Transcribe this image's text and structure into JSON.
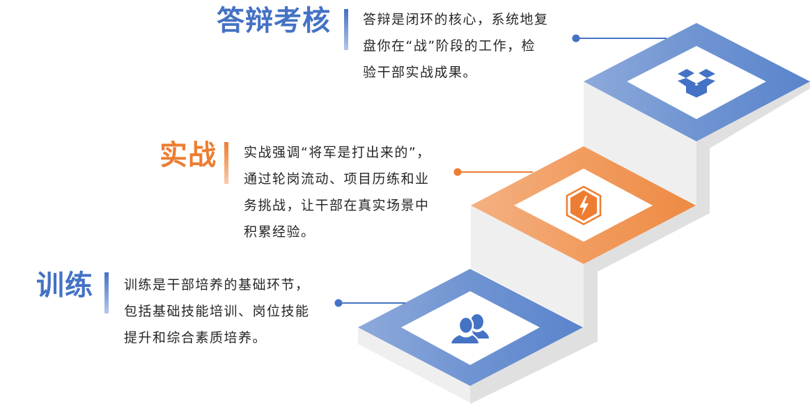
{
  "colors": {
    "blue": "#4472c4",
    "blue_light": "#8ea9db",
    "orange": "#ed7d31",
    "orange_light": "#f4b183",
    "face_light": "#efefef",
    "face_dark": "#e0e0e0",
    "text": "#262626"
  },
  "stages": [
    {
      "id": "training",
      "title": "训练",
      "accent": "blue",
      "icon": "users-icon",
      "lines": [
        "训练是干部培养的基础环节，",
        "包括基础技能培训、岗位技能",
        "提升和综合素质培养。"
      ]
    },
    {
      "id": "practice",
      "title": "实战",
      "accent": "orange",
      "icon": "lightning-hexagon-icon",
      "lines": [
        "实战强调“将军是打出来的”，",
        "通过轮岗流动、项目历练和业",
        "务挑战，让干部在真实场景中",
        "积累经验。"
      ]
    },
    {
      "id": "defense",
      "title": "答辩考核",
      "accent": "blue",
      "icon": "open-box-icon",
      "lines": [
        "答辩是闭环的核心，系统地复",
        "盘你在“战”阶段的工作，检",
        "验干部实战成果。"
      ]
    }
  ]
}
